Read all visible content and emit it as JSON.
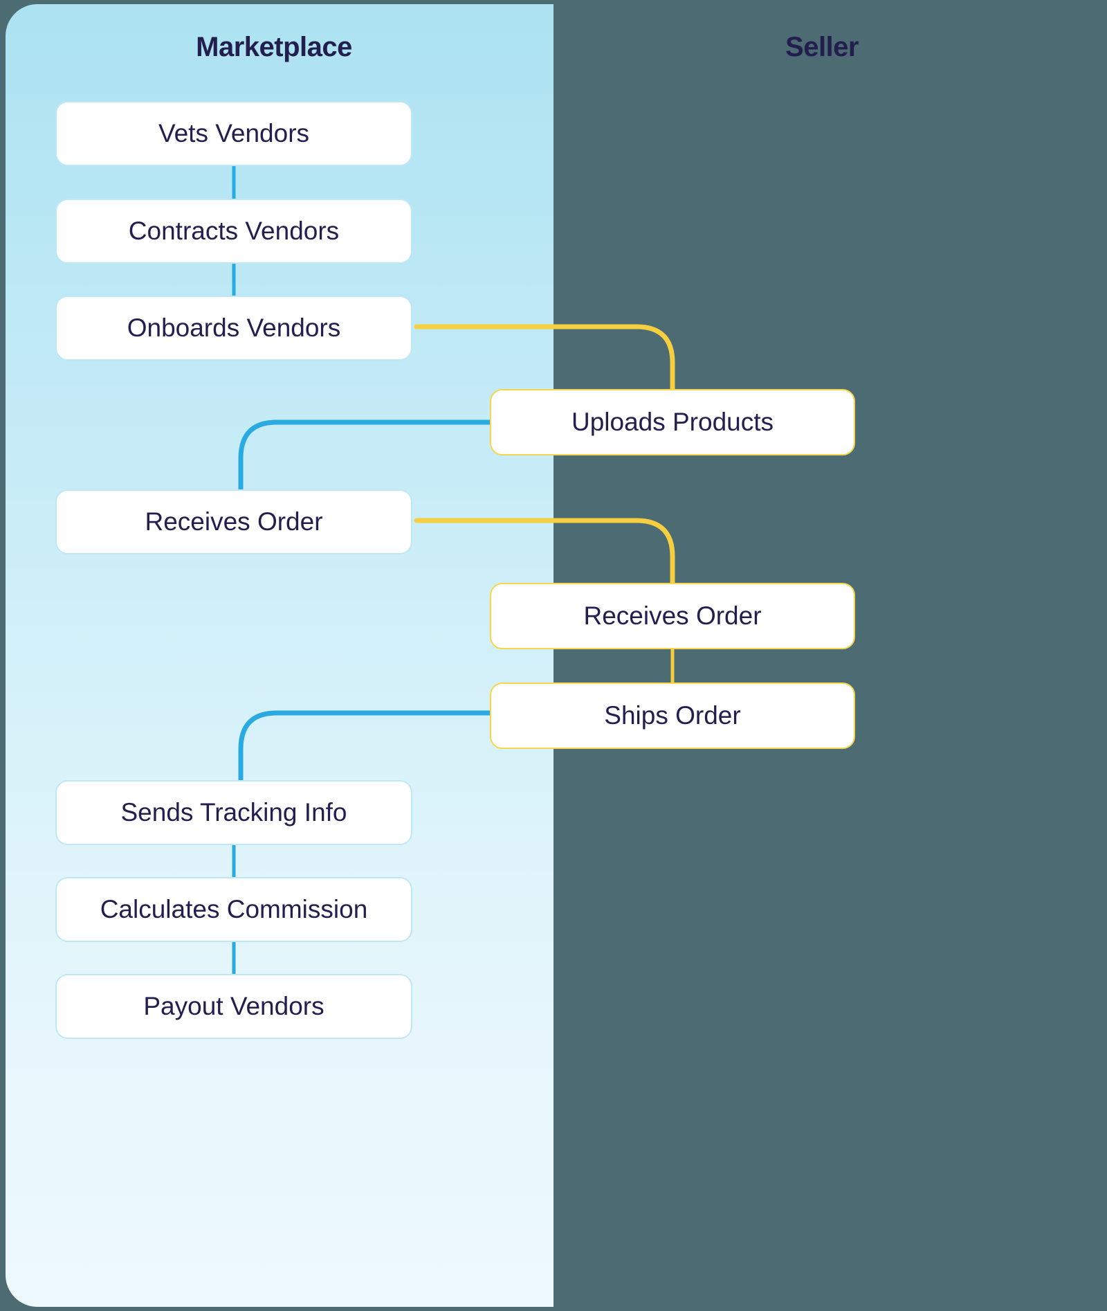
{
  "diagram": {
    "type": "swimlane-flow",
    "lanes": [
      {
        "id": "marketplace",
        "title": "Marketplace",
        "accent": "#29abe2"
      },
      {
        "id": "seller",
        "title": "Seller",
        "accent": "#f5cf3f"
      }
    ],
    "title_color": "#221f4f",
    "node_text_color": "#221f4f",
    "nodes": [
      {
        "id": "n1",
        "lane": "marketplace",
        "label": "Vets Vendors"
      },
      {
        "id": "n2",
        "lane": "marketplace",
        "label": "Contracts Vendors"
      },
      {
        "id": "n3",
        "lane": "marketplace",
        "label": "Onboards Vendors"
      },
      {
        "id": "n4",
        "lane": "seller",
        "label": "Uploads Products"
      },
      {
        "id": "n5",
        "lane": "marketplace",
        "label": "Receives Order"
      },
      {
        "id": "n6",
        "lane": "seller",
        "label": "Receives Order"
      },
      {
        "id": "n7",
        "lane": "seller",
        "label": "Ships Order"
      },
      {
        "id": "n8",
        "lane": "marketplace",
        "label": "Sends Tracking Info"
      },
      {
        "id": "n9",
        "lane": "marketplace",
        "label": "Calculates Commission"
      },
      {
        "id": "n10",
        "lane": "marketplace",
        "label": "Payout Vendors"
      }
    ],
    "edges": [
      {
        "from": "n1",
        "to": "n2",
        "color": "#29abe2"
      },
      {
        "from": "n2",
        "to": "n3",
        "color": "#29abe2"
      },
      {
        "from": "n3",
        "to": "n4",
        "color": "#f5cf3f"
      },
      {
        "from": "n4",
        "to": "n5",
        "color": "#29abe2"
      },
      {
        "from": "n5",
        "to": "n6",
        "color": "#f5cf3f"
      },
      {
        "from": "n6",
        "to": "n7",
        "color": "#f5cf3f"
      },
      {
        "from": "n7",
        "to": "n8",
        "color": "#29abe2"
      },
      {
        "from": "n8",
        "to": "n9",
        "color": "#29abe2"
      },
      {
        "from": "n9",
        "to": "n10",
        "color": "#29abe2"
      }
    ]
  }
}
